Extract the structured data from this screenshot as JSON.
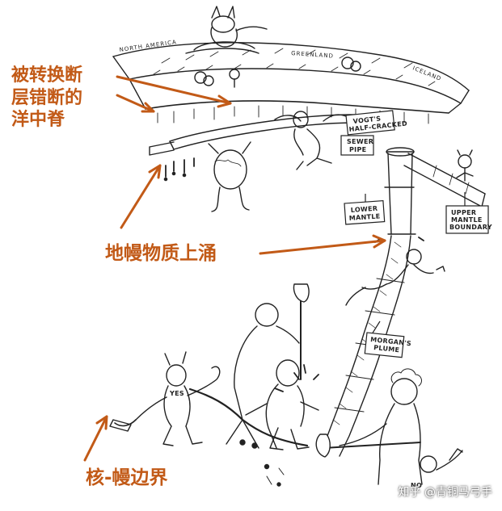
{
  "labels": {
    "ridge": [
      "被转换断",
      "层错断的",
      "洋中脊"
    ],
    "upwelling": "地幔物质上涌",
    "cmb": "核-幔边界"
  },
  "map": {
    "north_america": "NORTH AMERICA",
    "greenland": "GREENLAND",
    "iceland": "ICELAND"
  },
  "signs": {
    "vogt": [
      "VOGT'S",
      "HALF-CRACKED"
    ],
    "sewer": [
      "SEWER",
      "PIPE"
    ],
    "lower_mantle": [
      "LOWER",
      "MANTLE"
    ],
    "upper_mantle": [
      "UPPER",
      "MANTLE",
      "BOUNDARY"
    ],
    "morgan": [
      "MORGAN'S",
      "PLUME"
    ],
    "shirt": "YES",
    "shirt2": "NO"
  },
  "watermark": "知乎 @青铜马弓手",
  "colors": {
    "label": "#c25a17",
    "ink": "#222222"
  }
}
